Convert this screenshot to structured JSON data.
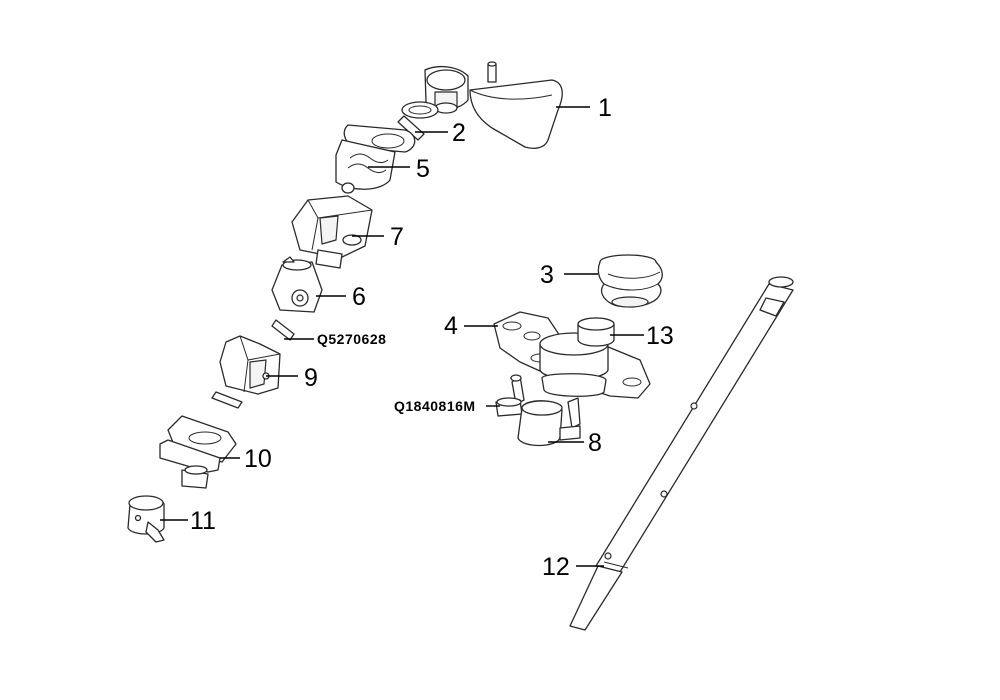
{
  "callouts": {
    "c1": "1",
    "c2": "2",
    "c3": "3",
    "c4": "4",
    "c5": "5",
    "c6": "6",
    "c7": "7",
    "c8": "8",
    "c9": "9",
    "c10": "10",
    "c11": "11",
    "c12": "12",
    "c13": "13",
    "pin_code": "Q5270628",
    "bolt_code": "Q1840816M"
  }
}
